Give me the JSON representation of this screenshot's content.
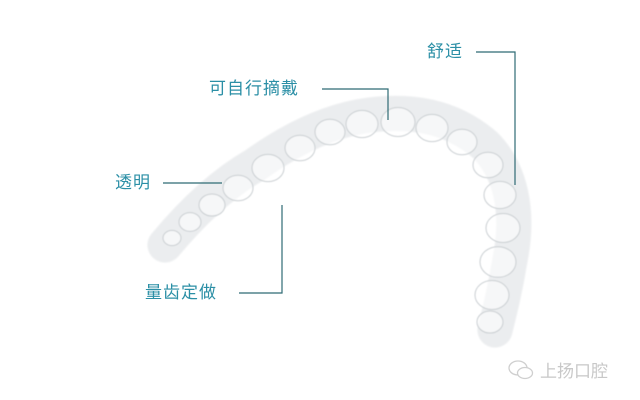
{
  "labels": {
    "comfort": "舒适",
    "removable": "可自行摘戴",
    "transparent": "透明",
    "custom_made": "量齿定做"
  },
  "watermark": {
    "icon": "wechat-icon",
    "text": "上扬口腔"
  },
  "colors": {
    "label": "#2b8fa6",
    "leader_line": "#2f6b74",
    "watermark": "#c8c8c8"
  }
}
